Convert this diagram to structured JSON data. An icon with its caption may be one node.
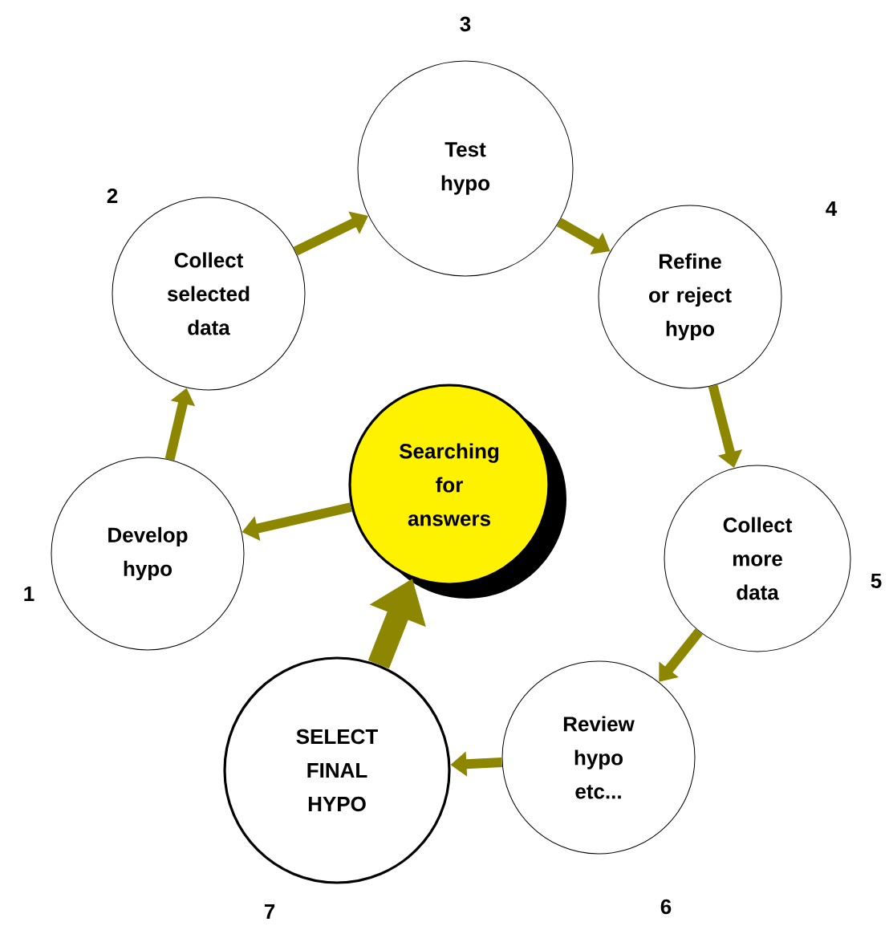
{
  "diagram": {
    "nodes": [
      {
        "text": [
          "Develop hypo"
        ],
        "beside": [
          "1"
        ]
      },
      {
        "text": [
          "Collect selected data"
        ],
        "beside": [
          "2"
        ]
      },
      {
        "text": [
          "Test hypo"
        ],
        "beside": [
          "3"
        ]
      },
      {
        "text": [
          "Refine or reject hypo"
        ],
        "beside": [
          "4"
        ]
      },
      {
        "text": [
          "Collect more data"
        ],
        "beside": [
          "5"
        ]
      },
      {
        "text": [
          "Review hypo etc..."
        ],
        "beside": [
          "6"
        ]
      },
      {
        "text": [
          "SELECT FINAL HYPO"
        ],
        "beside": [
          "7"
        ]
      },
      {
        "text": [
          "Searching for answers"
        ]
      }
    ],
    "edges": [
      {
        "from": 0,
        "to": 1,
        "arrow": "to"
      },
      {
        "from": 1,
        "to": 2,
        "arrow": "to"
      },
      {
        "from": 2,
        "to": 3,
        "arrow": "to"
      },
      {
        "from": 3,
        "to": 4,
        "arrow": "to"
      },
      {
        "from": 4,
        "to": 5,
        "arrow": "to"
      },
      {
        "from": 5,
        "to": 6,
        "arrow": "to"
      },
      {
        "from": 6,
        "to": 7,
        "arrow": "to",
        "style": "thick"
      },
      {
        "from": 7,
        "to": 0,
        "arrow": "to"
      }
    ]
  }
}
